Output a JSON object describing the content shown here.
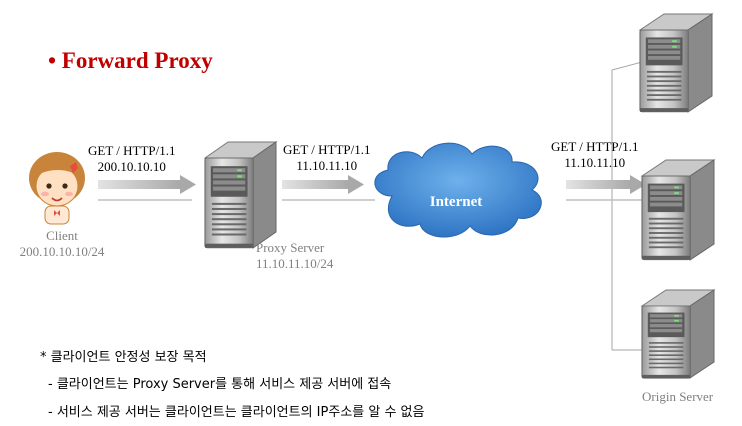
{
  "title": "• Forward Proxy",
  "client": {
    "label": "Client",
    "ip": "200.10.10.10/24"
  },
  "proxy": {
    "label": "Proxy Server",
    "ip": "11.10.11.10/24"
  },
  "origin": {
    "label": "Origin Server"
  },
  "internet": {
    "label": "Internet"
  },
  "requests": [
    {
      "method": "GET / HTTP/1.1",
      "ip": "200.10.10.10"
    },
    {
      "method": "GET / HTTP/1.1",
      "ip": "11.10.11.10"
    },
    {
      "method": "GET / HTTP/1.1",
      "ip": "11.10.11.10"
    }
  ],
  "notes": {
    "heading": "* 클라이언트 안정성 보장 목적",
    "items": [
      "- 클라이언트는 Proxy Server를 통해 서비스 제공 서버에 접속",
      "- 서비스 제공 서버는 클라이언트는 클라이언트의 IP주소를 알 수 없음"
    ]
  },
  "colors": {
    "title": "#c00000",
    "cloud": "#4a8fd6",
    "arrow": "#bfbfbf",
    "server": "#d9d9d9"
  }
}
